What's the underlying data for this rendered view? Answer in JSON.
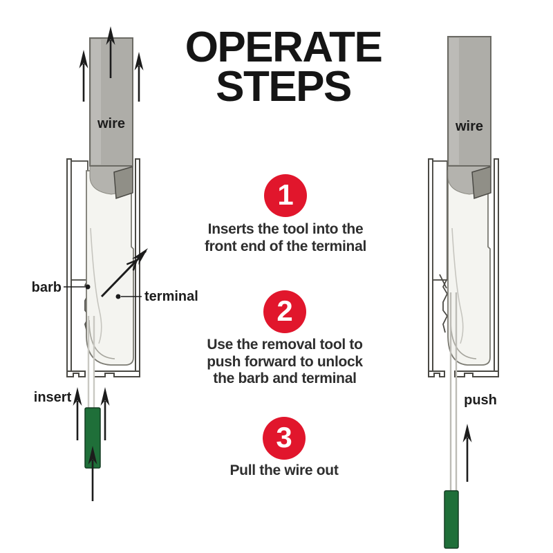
{
  "title": {
    "line1": "OPERATE",
    "line2": "STEPS"
  },
  "steps": [
    {
      "number": "1",
      "lines": [
        "Inserts the tool into the",
        "front end of the terminal"
      ]
    },
    {
      "number": "2",
      "lines": [
        "Use the removal tool to",
        "push forward to unlock",
        "the barb and terminal"
      ]
    },
    {
      "number": "3",
      "lines": [
        "Pull the wire out"
      ]
    }
  ],
  "left_diagram": {
    "wire_label": "wire",
    "barb_label": "barb",
    "terminal_label": "terminal",
    "insert_label": "insert"
  },
  "right_diagram": {
    "wire_label": "wire",
    "push_label": "push"
  },
  "icons": {
    "up_arrow": "↑",
    "insert_direction_arrow": "↗"
  },
  "colors": {
    "step_circle": "#e1162c",
    "tool_green": "#1f6f39",
    "wire_gray": "#aeada8",
    "outline": "#4a4944",
    "text": "#2e2e2e"
  }
}
